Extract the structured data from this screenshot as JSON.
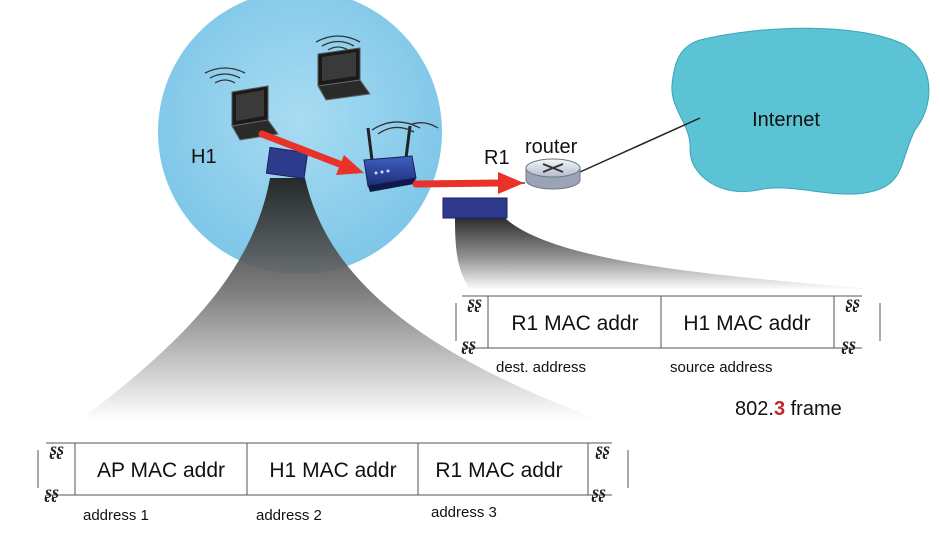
{
  "labels": {
    "h1": "H1",
    "r1": "R1",
    "router": "router",
    "internet": "Internet"
  },
  "frame_8023": {
    "fields": [
      "R1 MAC addr",
      "H1 MAC addr"
    ],
    "captions": [
      "dest. address",
      "source address"
    ],
    "title_prefix": "802.",
    "title_highlight": "3",
    "title_suffix": " frame"
  },
  "frame_80211": {
    "fields": [
      "AP MAC addr",
      "H1 MAC addr",
      "R1 MAC addr"
    ],
    "captions": [
      "address 1",
      "address 2",
      "address 3"
    ]
  },
  "colors": {
    "wireless_cell": "#8fd0ec",
    "internet_cloud": "#5bc3d3",
    "packet": "#2e3a8c",
    "arrow": "#e8322a",
    "highlight": "#c0272d"
  }
}
